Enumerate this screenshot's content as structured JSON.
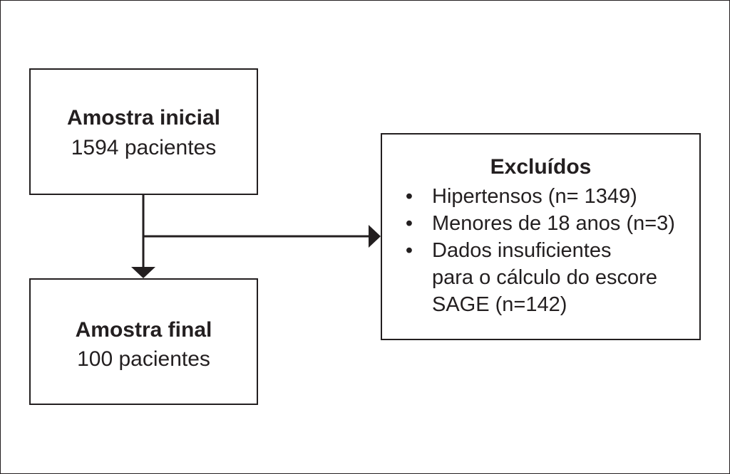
{
  "initial_box": {
    "title": "Amostra inicial",
    "subtitle": "1594 pacientes"
  },
  "final_box": {
    "title": "Amostra final",
    "subtitle": "100 pacientes"
  },
  "excluded_box": {
    "title": "Excluídos",
    "items": [
      {
        "bullet": "•",
        "lines": [
          "Hipertensos (n= 1349)"
        ]
      },
      {
        "bullet": "•",
        "lines": [
          "Menores de 18 anos (n=3)"
        ]
      },
      {
        "bullet": "•",
        "lines": [
          "Dados insuficientes",
          "para o cálculo do escore",
          "SAGE (n=142)"
        ]
      }
    ]
  },
  "colors": {
    "stroke": "#231f20",
    "background": "#ffffff"
  }
}
